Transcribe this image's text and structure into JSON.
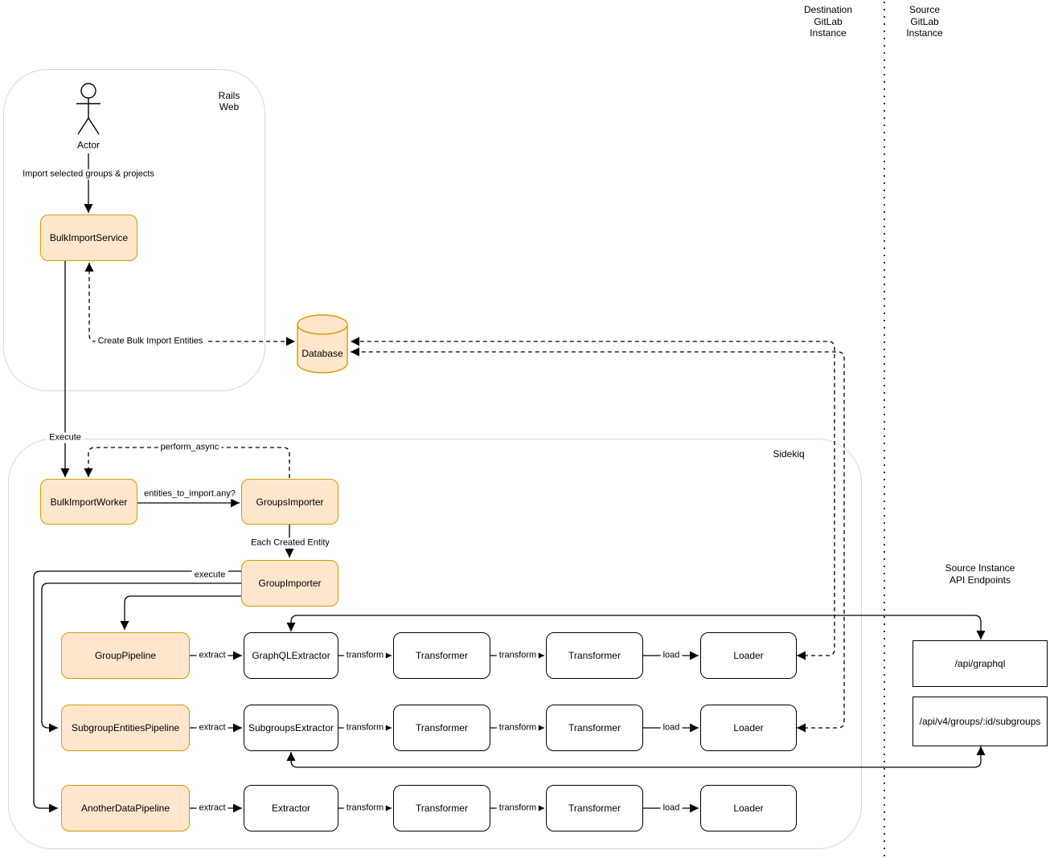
{
  "headers": {
    "destination_instance": "Destination\nGitLab\nInstance",
    "source_instance": "Source\nGitLab\nInstance",
    "api_endpoints_title": "Source Instance API Endpoints"
  },
  "containers": {
    "rails_web": "Rails\nWeb",
    "sidekiq": "Sidekiq"
  },
  "actor": {
    "label": "Actor"
  },
  "nodes": {
    "bulk_import_service": "BulkImportService",
    "bulk_import_worker": "BulkImportWorker",
    "groups_importer": "GroupsImporter",
    "group_importer": "GroupImporter",
    "database": "Database"
  },
  "pipelines": [
    {
      "pipeline": "GroupPipeline",
      "extractor": "GraphQLExtractor",
      "transformer_1": "Transformer",
      "transformer_2": "Transformer",
      "loader": "Loader"
    },
    {
      "pipeline": "SubgroupEntitiesPipeline",
      "extractor": "SubgroupsExtractor",
      "transformer_1": "Transformer",
      "transformer_2": "Transformer",
      "loader": "Loader"
    },
    {
      "pipeline": "AnotherDataPipeline",
      "extractor": "Extractor",
      "transformer_1": "Transformer",
      "transformer_2": "Transformer",
      "loader": "Loader"
    }
  ],
  "api_endpoints": [
    {
      "label": "/api/graphql"
    },
    {
      "label": "/api/v4/groups/:id/subgroups"
    }
  ],
  "edge_labels": {
    "import_selected": "Import selected groups & projects",
    "create_bulk_import_entities": "Create Bulk Import Entities",
    "execute": "Execute",
    "perform_async": "perform_async",
    "entities_to_import": "entities_to_import.any?",
    "each_created_entity": "Each Created Entity",
    "execute_pipeline": "execute",
    "extract": "extract",
    "transform": "transform",
    "load": "load"
  },
  "colors": {
    "highlight_fill": "#FFE6CC",
    "highlight_stroke": "#D79B00",
    "node_stroke": "#000000",
    "container_stroke": "#D9D9D9"
  }
}
